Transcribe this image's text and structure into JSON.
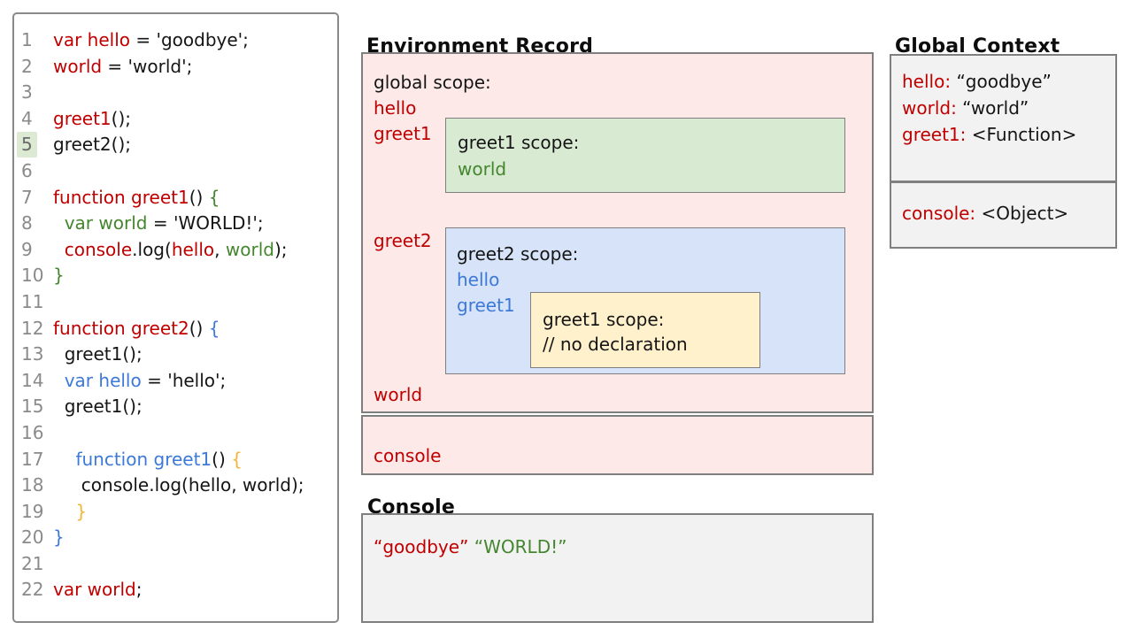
{
  "editor": {
    "highlighted_line": 5,
    "lines": [
      {
        "n": 1,
        "tokens": [
          {
            "t": "var hello",
            "c": "r"
          },
          {
            "t": " = 'goodbye';",
            "c": "k"
          }
        ]
      },
      {
        "n": 2,
        "tokens": [
          {
            "t": "world",
            "c": "r"
          },
          {
            "t": " = 'world';",
            "c": "k"
          }
        ]
      },
      {
        "n": 3,
        "tokens": []
      },
      {
        "n": 4,
        "tokens": [
          {
            "t": "greet1",
            "c": "r"
          },
          {
            "t": "();",
            "c": "k"
          }
        ]
      },
      {
        "n": 5,
        "tokens": [
          {
            "t": "greet2();",
            "c": "k"
          }
        ]
      },
      {
        "n": 6,
        "tokens": []
      },
      {
        "n": 7,
        "tokens": [
          {
            "t": "function greet1",
            "c": "r"
          },
          {
            "t": "() ",
            "c": "k"
          },
          {
            "t": "{",
            "c": "g"
          }
        ]
      },
      {
        "n": 8,
        "tokens": [
          {
            "t": "  ",
            "c": "k"
          },
          {
            "t": "var world",
            "c": "g"
          },
          {
            "t": " = 'WORLD!';",
            "c": "k"
          }
        ]
      },
      {
        "n": 9,
        "tokens": [
          {
            "t": "  ",
            "c": "k"
          },
          {
            "t": "console",
            "c": "r"
          },
          {
            "t": ".log(",
            "c": "k"
          },
          {
            "t": "hello",
            "c": "r"
          },
          {
            "t": ", ",
            "c": "k"
          },
          {
            "t": "world",
            "c": "g"
          },
          {
            "t": ");",
            "c": "k"
          }
        ]
      },
      {
        "n": 10,
        "tokens": [
          {
            "t": "}",
            "c": "g"
          }
        ]
      },
      {
        "n": 11,
        "tokens": []
      },
      {
        "n": 12,
        "tokens": [
          {
            "t": "function greet2",
            "c": "r"
          },
          {
            "t": "() ",
            "c": "k"
          },
          {
            "t": "{",
            "c": "b"
          }
        ]
      },
      {
        "n": 13,
        "tokens": [
          {
            "t": "  greet1();",
            "c": "k"
          }
        ]
      },
      {
        "n": 14,
        "tokens": [
          {
            "t": "  ",
            "c": "k"
          },
          {
            "t": "var hello",
            "c": "b"
          },
          {
            "t": " = 'hello';",
            "c": "k"
          }
        ]
      },
      {
        "n": 15,
        "tokens": [
          {
            "t": "  greet1();",
            "c": "k"
          }
        ]
      },
      {
        "n": 16,
        "tokens": []
      },
      {
        "n": 17,
        "tokens": [
          {
            "t": "    ",
            "c": "k"
          },
          {
            "t": "function greet1",
            "c": "b"
          },
          {
            "t": "() ",
            "c": "k"
          },
          {
            "t": "{",
            "c": "y"
          }
        ]
      },
      {
        "n": 18,
        "tokens": [
          {
            "t": "     console.log(hello, world);",
            "c": "k"
          }
        ]
      },
      {
        "n": 19,
        "tokens": [
          {
            "t": "    }",
            "c": "y"
          }
        ]
      },
      {
        "n": 20,
        "tokens": [
          {
            "t": "}",
            "c": "b"
          }
        ]
      },
      {
        "n": 21,
        "tokens": []
      },
      {
        "n": 22,
        "tokens": [
          {
            "t": "var world",
            "c": "r"
          },
          {
            "t": ";",
            "c": "k"
          }
        ]
      }
    ]
  },
  "environment_record": {
    "title": "Environment Record",
    "global_scope": {
      "label": "global scope:",
      "entries": [
        "hello",
        "greet1",
        "greet2",
        "world"
      ]
    },
    "greet1_scope": {
      "label": "greet1 scope:",
      "entries": [
        "world"
      ]
    },
    "greet2_scope": {
      "label": "greet2 scope:",
      "entries": [
        "hello",
        "greet1"
      ]
    },
    "greet2_greet1_scope": {
      "label": "greet1 scope:",
      "comment": "// no declaration"
    },
    "console_record": {
      "entries": [
        "console"
      ]
    }
  },
  "console_panel": {
    "title": "Console",
    "outputs": [
      {
        "text": "“goodbye”",
        "color": "red"
      },
      {
        "text": "“WORLD!”",
        "color": "green"
      }
    ]
  },
  "global_context": {
    "title": "Global Context",
    "variables": [
      {
        "name": "hello:",
        "value": "“goodbye”"
      },
      {
        "name": "world:",
        "value": "“world”"
      },
      {
        "name": "greet1:",
        "value": "<Function>"
      }
    ],
    "builtins": [
      {
        "name": "console:",
        "value": "<Object>"
      }
    ]
  },
  "colors": {
    "red_text": "#c00000",
    "green_text": "#44862e",
    "blue_text": "#3d79d8",
    "yellow_text": "#f2b63d",
    "black_text": "#151515",
    "line_number": "#8a8a8a",
    "line_highlight_bg": "#dcead3",
    "global_scope_bg": "#fce9e8",
    "greet1_scope_bg": "#d9ead3",
    "greet2_scope_bg": "#d6e3f8",
    "inner_greet1_scope_bg": "#fff1cc",
    "panel_bg": "#f2f2f2",
    "border": "#7f7f7f"
  }
}
